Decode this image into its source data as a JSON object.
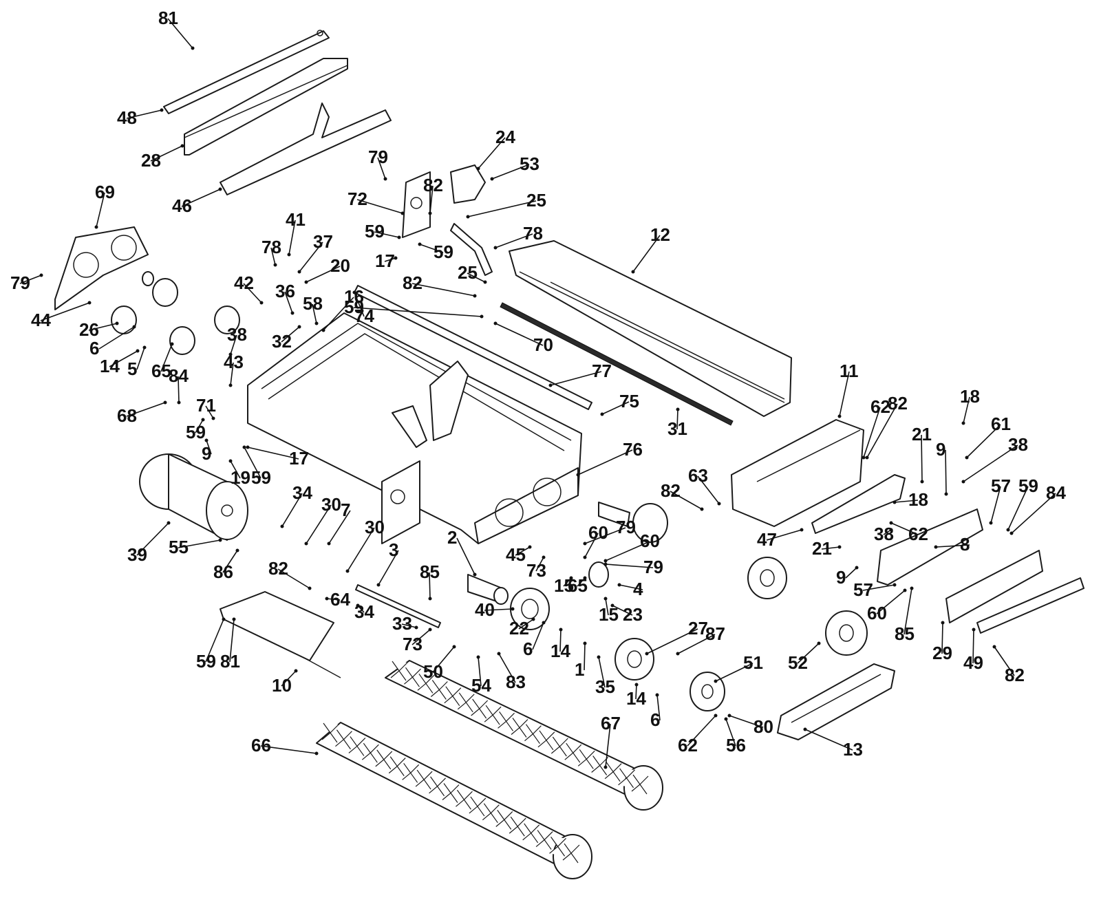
{
  "labels": [
    "1",
    "2",
    "3",
    "4",
    "5",
    "6",
    "6",
    "6",
    "7",
    "8",
    "9",
    "9",
    "9",
    "10",
    "11",
    "12",
    "13",
    "14",
    "14",
    "14",
    "15",
    "15",
    "16",
    "17",
    "17",
    "18",
    "18",
    "19",
    "20",
    "21",
    "21",
    "22",
    "23",
    "24",
    "25",
    "25",
    "26",
    "27",
    "28",
    "29",
    "30",
    "30",
    "31",
    "32",
    "33",
    "34",
    "34",
    "35",
    "36",
    "37",
    "38",
    "38",
    "38",
    "39",
    "40",
    "41",
    "42",
    "43",
    "44",
    "45",
    "46",
    "47",
    "48",
    "49",
    "50",
    "51",
    "52",
    "53",
    "54",
    "55",
    "56",
    "57",
    "57",
    "58",
    "59",
    "59",
    "59",
    "59",
    "59",
    "59",
    "59",
    "60",
    "60",
    "60",
    "61",
    "62",
    "62",
    "62",
    "63",
    "64",
    "65",
    "65",
    "66",
    "67",
    "68",
    "69",
    "70",
    "71",
    "72",
    "73",
    "73",
    "74",
    "75",
    "76",
    "77",
    "78",
    "78",
    "79",
    "79",
    "79",
    "79",
    "80",
    "81",
    "81",
    "82",
    "82",
    "82",
    "82",
    "82",
    "82",
    "83",
    "84",
    "84",
    "85",
    "85",
    "86",
    "87"
  ],
  "colors": {
    "ink": "#1a1a1a",
    "paper": "#ffffff",
    "label": "#111111"
  }
}
